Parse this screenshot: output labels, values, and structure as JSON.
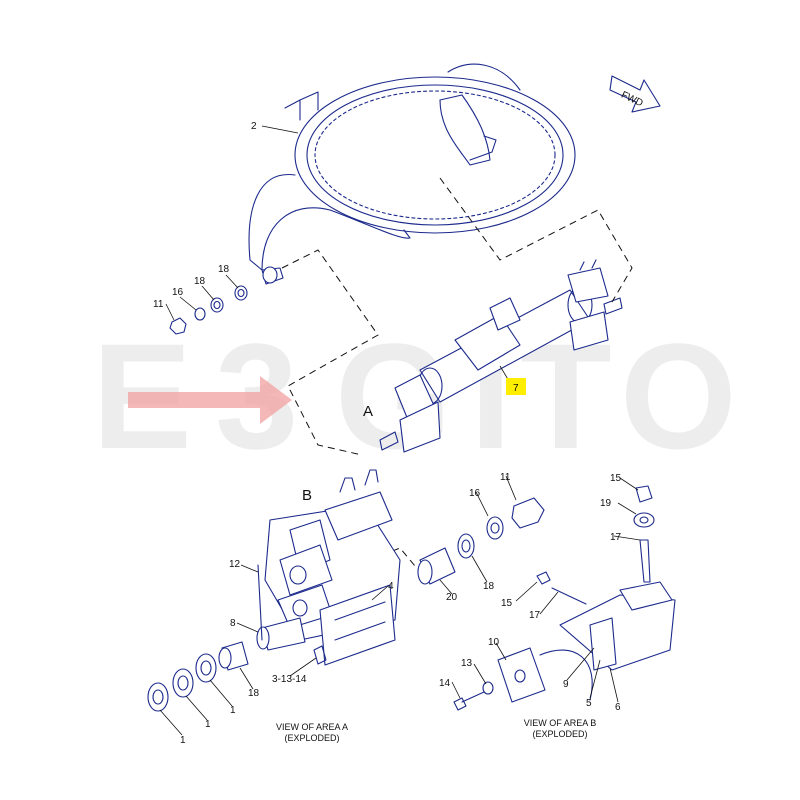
{
  "fwd_label": "FWD",
  "area_labels": {
    "a": "A",
    "b": "B"
  },
  "captions": {
    "view_a_line1": "VIEW OF AREA A",
    "view_a_line2": "(EXPLODED)",
    "view_b_line1": "VIEW OF AREA B",
    "view_b_line2": "(EXPLODED)"
  },
  "callouts": {
    "c2": "2",
    "c7": "7",
    "top_c11": "11",
    "top_c16": "16",
    "top_c18a": "18",
    "top_c18b": "18",
    "a_c12": "12",
    "a_c8": "8",
    "a_c4": "4",
    "a_c20": "20",
    "a_c18a": "18",
    "a_c18b": "18",
    "a_c16": "16",
    "a_c11": "11",
    "a_c3_13_14": "3-13-14",
    "a_c1a": "1",
    "a_c1b": "1",
    "a_c1c": "1",
    "b_c15a": "15",
    "b_c19": "19",
    "b_c17a": "17",
    "b_c15b": "15",
    "b_c17b": "17",
    "b_c10": "10",
    "b_c13": "13",
    "b_c14": "14",
    "b_c9": "9",
    "b_c5": "5",
    "b_c6": "6"
  },
  "colors": {
    "line_art": "#1c2a8c",
    "callout_highlight": "#ffee00",
    "watermark_arrow": "#f2a0a0"
  }
}
